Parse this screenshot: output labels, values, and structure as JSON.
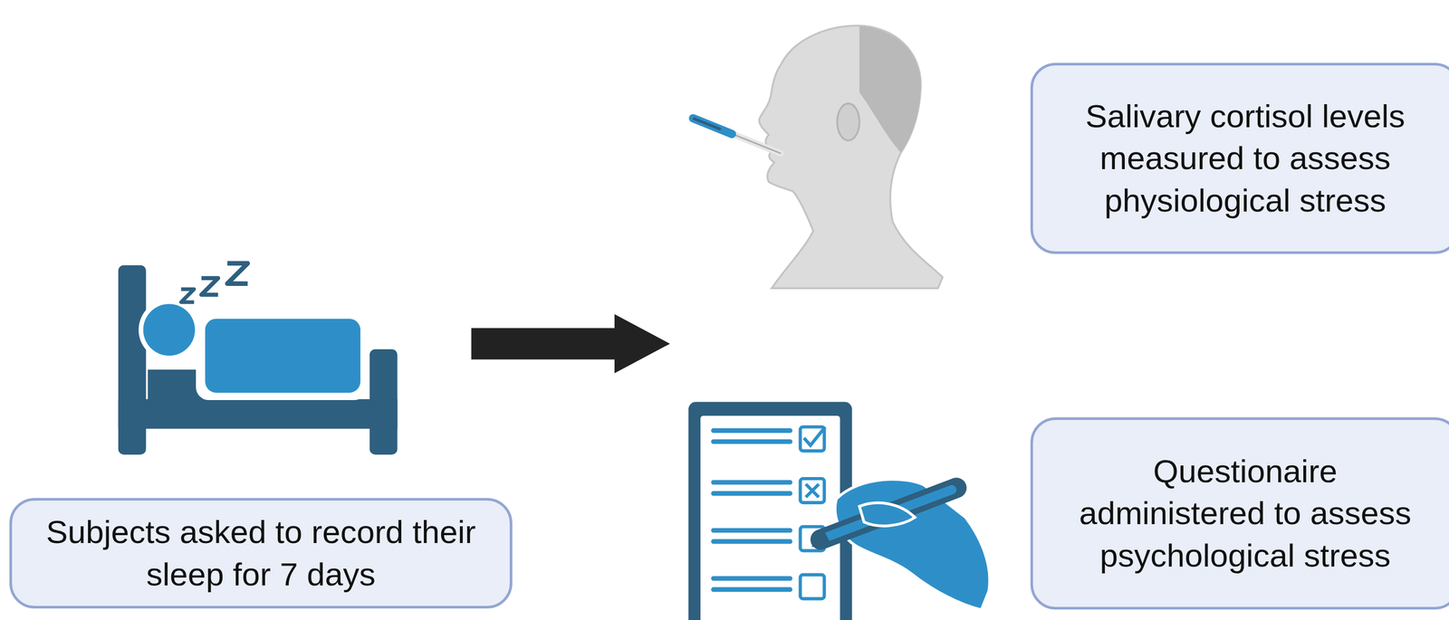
{
  "diagram": {
    "nodes": [
      {
        "text": [
          "Subjects asked to record their sleep for 7 days"
        ]
      },
      {
        "text": [
          "Salivary cortisol levels measured to assess physiological stress"
        ]
      },
      {
        "text": [
          "Questionaire administered to assess psychological stress"
        ]
      }
    ]
  }
}
